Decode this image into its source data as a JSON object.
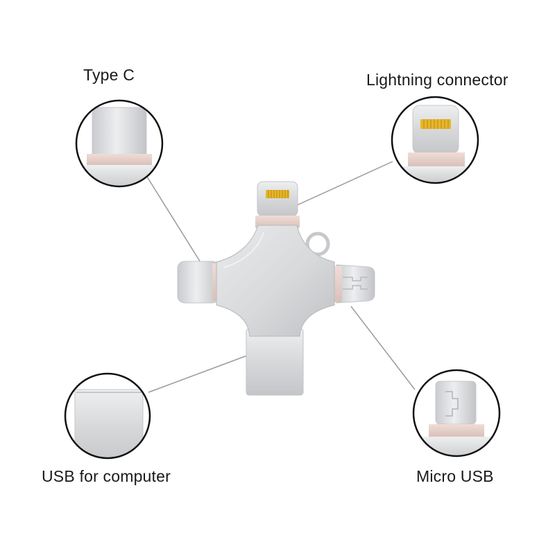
{
  "labels": {
    "type_c": "Type C",
    "lightning": "Lightning connector",
    "usb_computer": "USB for computer",
    "micro_usb": "Micro USB"
  },
  "colors": {
    "metal": "#d9dadc",
    "metal_dark": "#b9bbbe",
    "collar": "#e6d2cc",
    "gold_pins": "#e8b62a",
    "callout_ring": "#111111",
    "leader_line": "#9a9a9a"
  },
  "icons": {
    "product": "4-in-1-usb-flash-drive",
    "connectors": [
      "type-c-connector",
      "lightning-connector",
      "usb-a-connector",
      "micro-usb-connector"
    ]
  }
}
